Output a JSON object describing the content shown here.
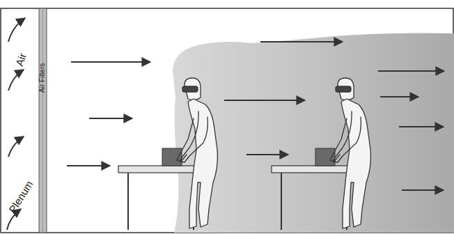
{
  "diagram": {
    "labels": [
      "Plenum",
      "Air",
      "Air Filters"
    ]
  }
}
